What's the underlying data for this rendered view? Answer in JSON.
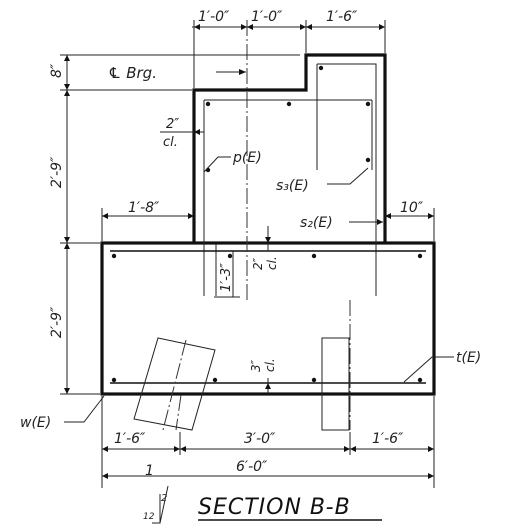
{
  "title": "SECTION B-B",
  "centerline_label": "℄ Brg.",
  "dimensions": {
    "top_1": "1′-0″",
    "top_2": "1′-0″",
    "top_3": "1′-6″",
    "left_8in": "8″",
    "left_upper_height": "2′-9″",
    "left_lower_height": "2′-9″",
    "seat_left": "1′-8″",
    "seat_right": "10″",
    "inner_depth": "1′-3″",
    "bottom_left": "1′-6″",
    "bottom_mid": "3′-0″",
    "bottom_right": "1′-6″",
    "overall_width": "6′-0″"
  },
  "clearances": {
    "upper_num": "2″",
    "upper_unit": "cl.",
    "mid_num": "2″",
    "mid_unit": "cl.",
    "low_num": "3″",
    "low_unit": "cl."
  },
  "bars": {
    "p": "p(E)",
    "s3": "s₃(E)",
    "s2": "s₂(E)",
    "t": "t(E)",
    "w": "w(E)"
  },
  "batter": {
    "rise": "1",
    "run_top": "2",
    "run_side": "12"
  }
}
